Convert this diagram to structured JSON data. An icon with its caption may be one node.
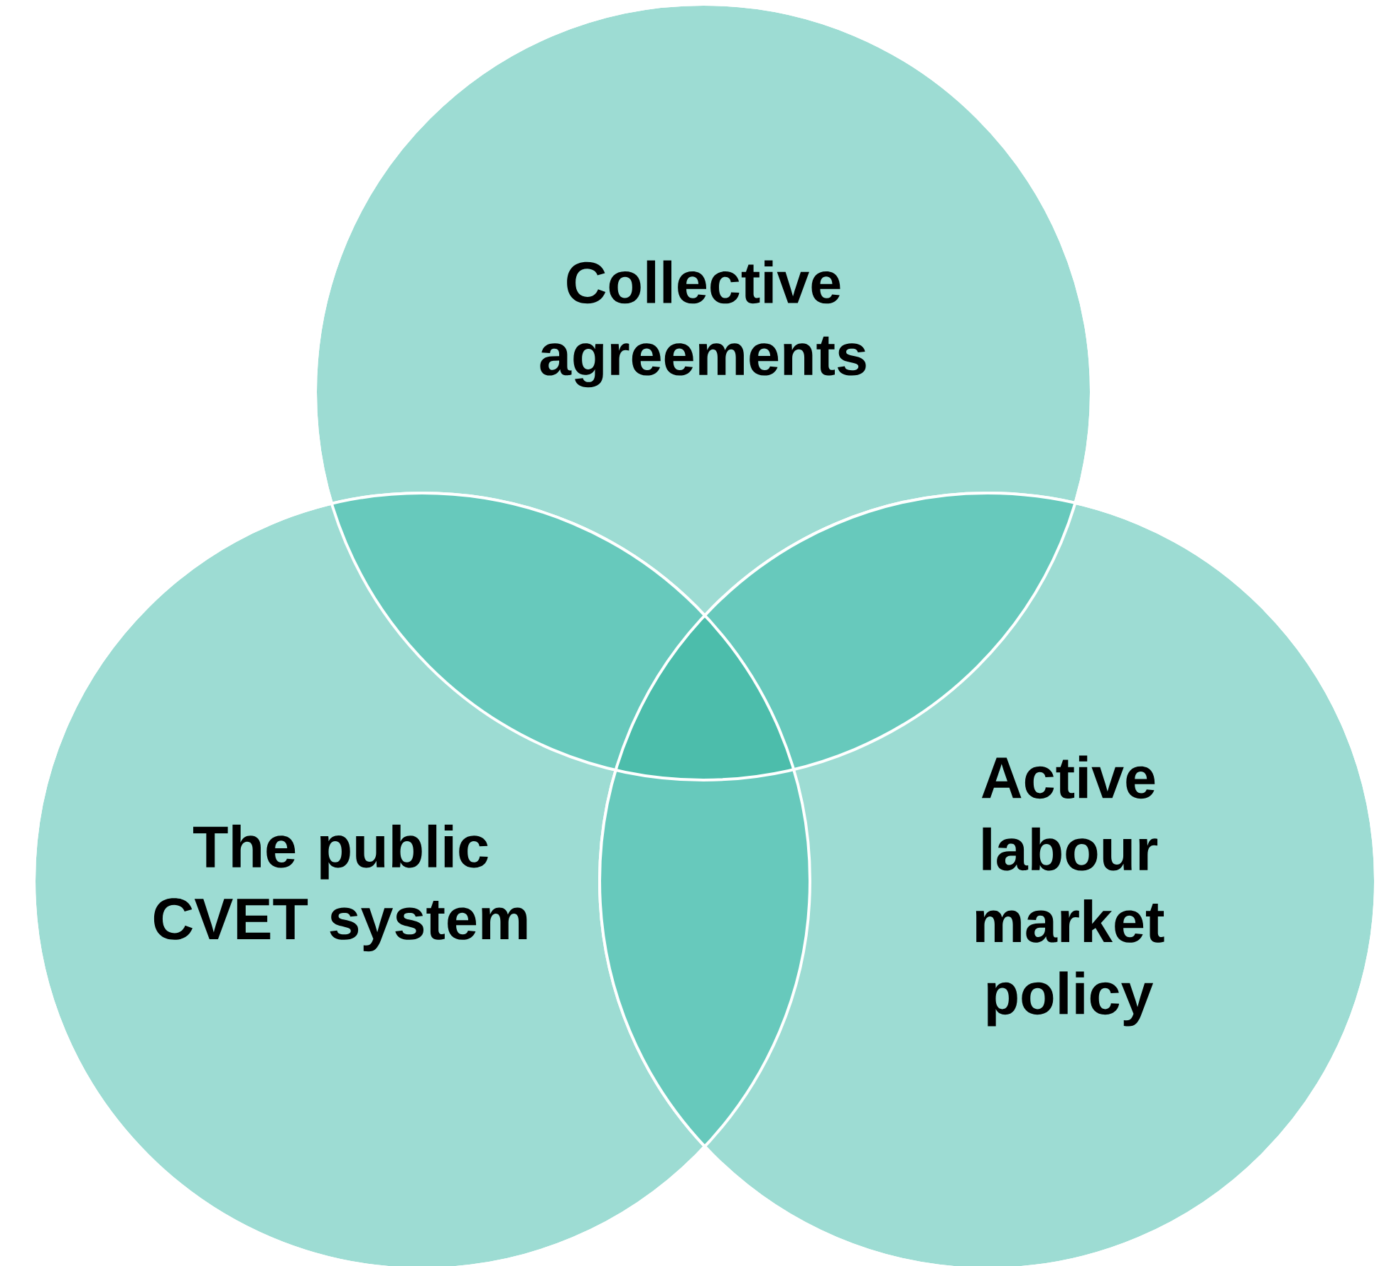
{
  "diagram": {
    "nodes": [
      {
        "text": [
          "Collective agreements"
        ]
      },
      {
        "text": [
          "The public CVET system"
        ]
      },
      {
        "text": [
          "Active labour market policy"
        ]
      }
    ]
  }
}
